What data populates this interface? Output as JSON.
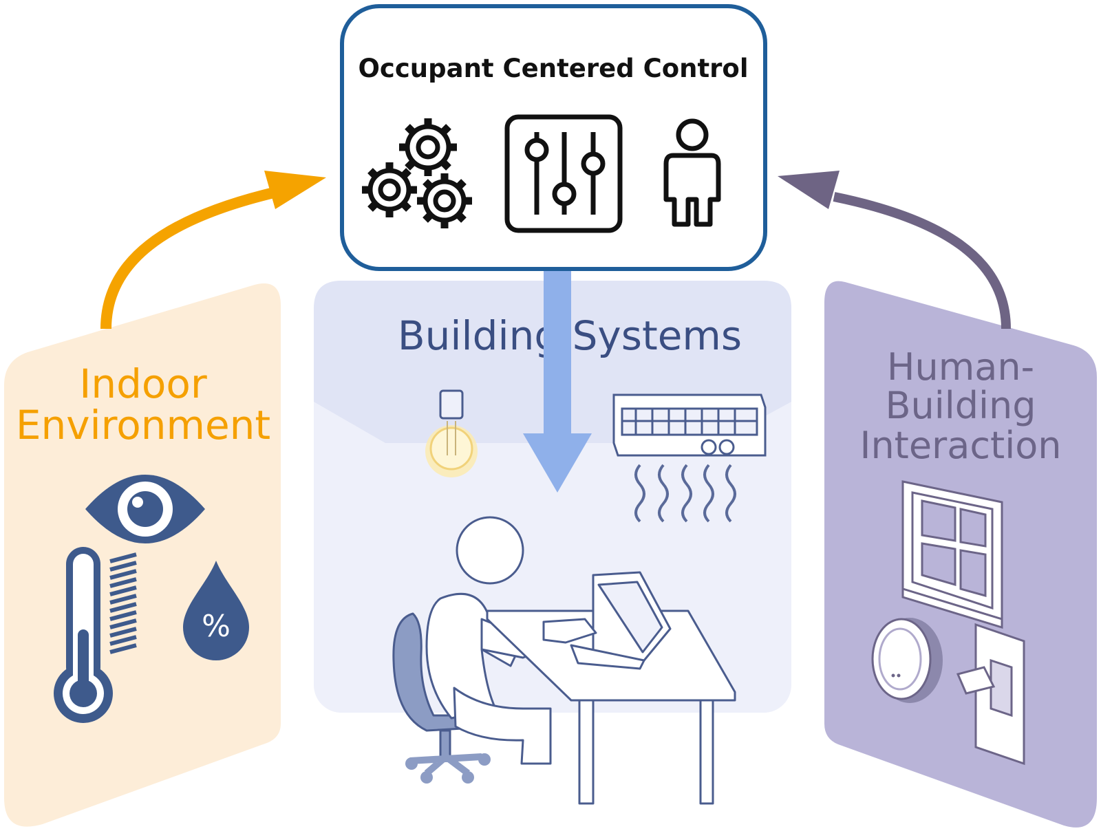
{
  "title": "Occupant Centered Control",
  "panels": {
    "indoor": {
      "line1": "Indoor",
      "line2": "Environment"
    },
    "building": {
      "label": "Building Systems"
    },
    "human": {
      "line1": "Human-",
      "line2": "Building",
      "line3": "Interaction"
    }
  },
  "humidity_symbol": "%",
  "colors": {
    "orange": "#F5A300",
    "indoor_bg": "#FDEDD8",
    "indoor_text": "#F5A000",
    "navy": "#3E5A8C",
    "building_bg": "#E2E6F6",
    "building_text": "#3A4E82",
    "blue_arrow": "#8FB0EA",
    "purple_bg": "#B9B4D8",
    "purple_text": "#6C6588",
    "purple_arrow": "#6E6484",
    "box_border": "#1F5E9A"
  },
  "icons": [
    "gears-icon",
    "sliders-icon",
    "person-icon",
    "eye-icon",
    "thermometer-icon",
    "humidity-drop-icon",
    "light-bulb-icon",
    "heater-icon",
    "occupant-at-desk-icon",
    "window-icon",
    "thermostat-icon",
    "light-switch-icon"
  ]
}
